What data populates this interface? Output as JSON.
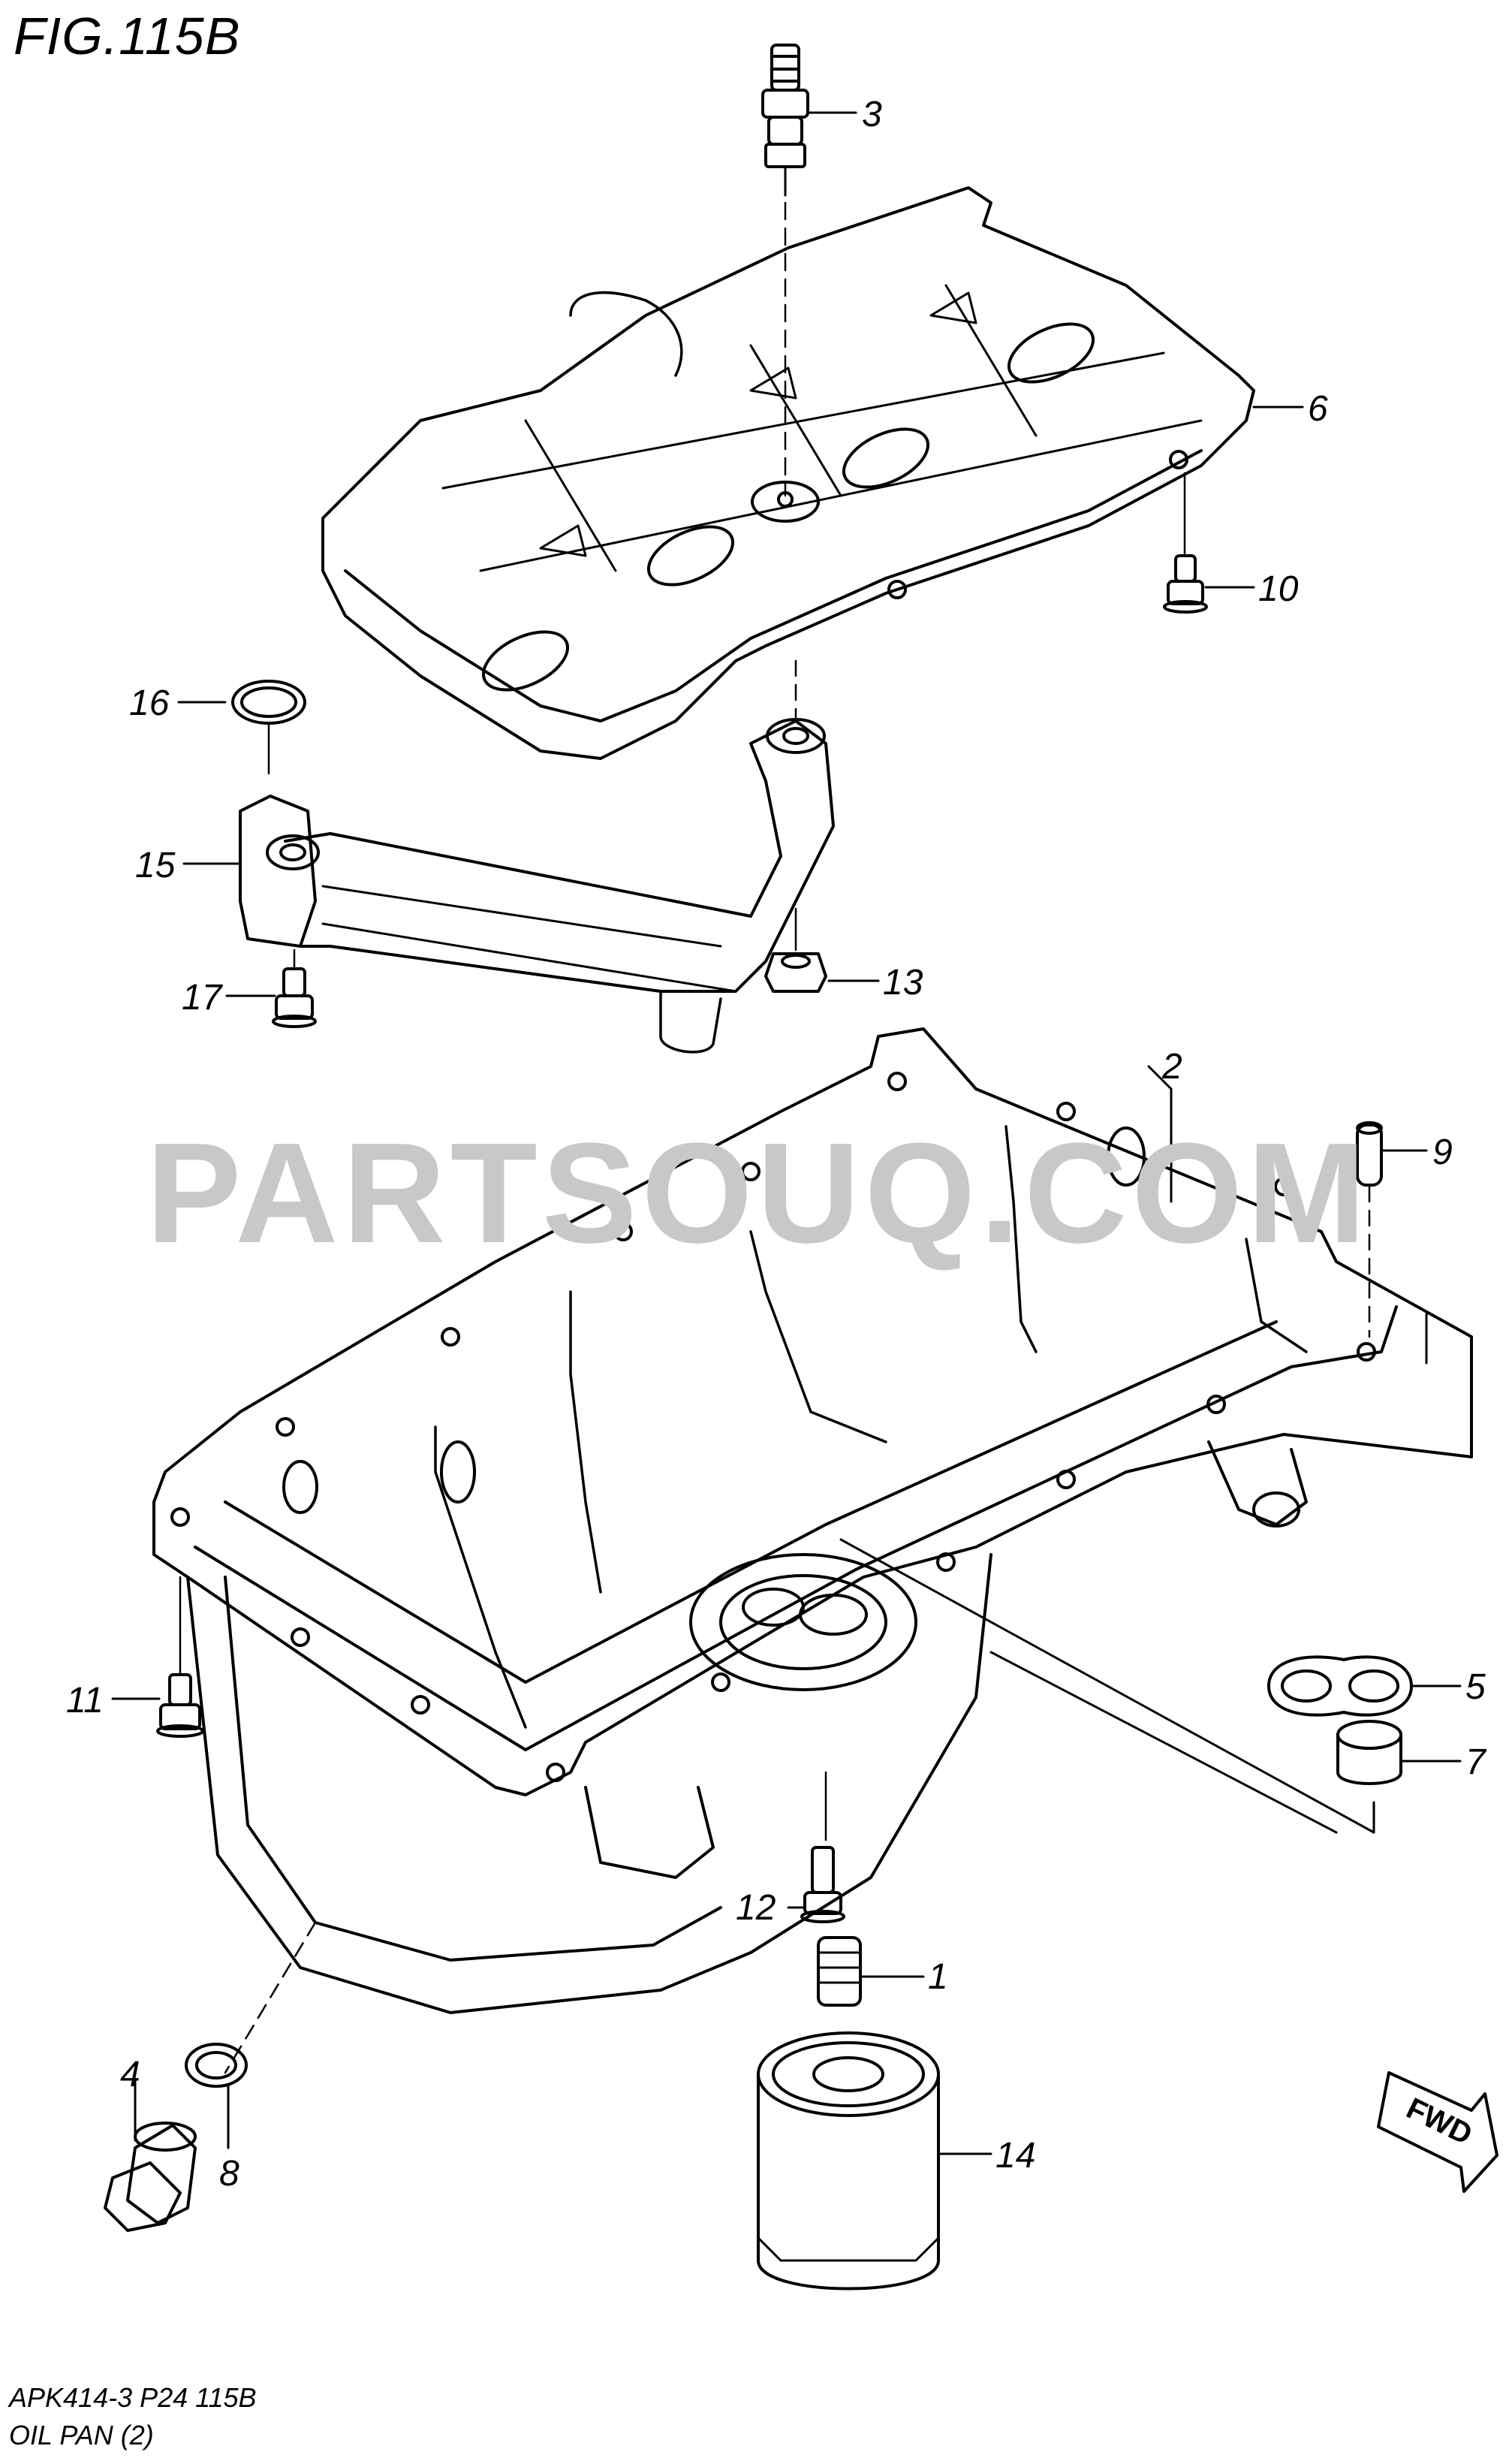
{
  "figure": {
    "title": "FIG.115B",
    "code": "APK414-3 P24 115B",
    "name": "OIL PAN (2)"
  },
  "watermark": "PARTSOUQ.COM",
  "fwd_label": "FWD",
  "callouts": [
    "1",
    "2",
    "3",
    "4",
    "5",
    "6",
    "7",
    "8",
    "9",
    "10",
    "11",
    "12",
    "13",
    "14",
    "15",
    "16",
    "17"
  ],
  "colors": {
    "line": "#000000",
    "watermark": "#c8c8c8",
    "background": "#ffffff"
  }
}
